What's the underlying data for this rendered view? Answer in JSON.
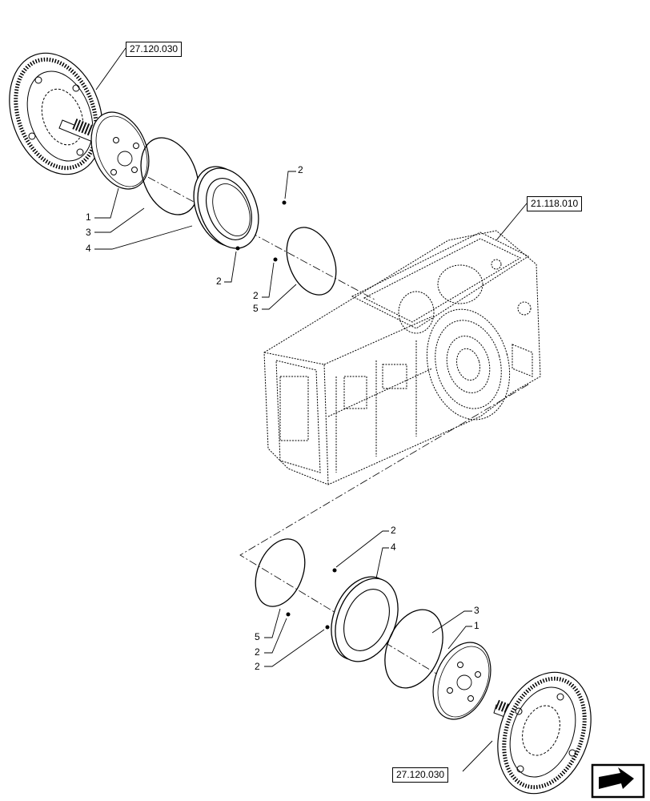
{
  "references": {
    "top_left": "27.120.030",
    "housing": "21.118.010",
    "bottom_right": "27.120.030"
  },
  "callouts": {
    "upper": [
      "2",
      "1",
      "3",
      "4",
      "2",
      "2",
      "5"
    ],
    "lower": [
      "2",
      "4",
      "3",
      "1",
      "5",
      "2",
      "2"
    ]
  },
  "nav_icon": "next-page-arrow-icon"
}
